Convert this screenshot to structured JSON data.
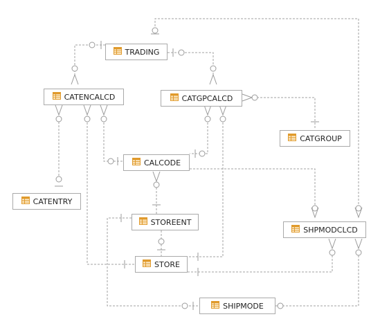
{
  "diagram": {
    "entities": [
      {
        "id": "trading",
        "label": "TRADING"
      },
      {
        "id": "catencalcd",
        "label": "CATENCALCD"
      },
      {
        "id": "catgpcalcd",
        "label": "CATGPCALCD"
      },
      {
        "id": "catgroup",
        "label": "CATGROUP"
      },
      {
        "id": "calcode",
        "label": "CALCODE"
      },
      {
        "id": "catentry",
        "label": "CATENTRY"
      },
      {
        "id": "storeent",
        "label": "STOREENT"
      },
      {
        "id": "shpmodclcd",
        "label": "SHPMODCLCD"
      },
      {
        "id": "store",
        "label": "STORE"
      },
      {
        "id": "shipmode",
        "label": "SHIPMODE"
      }
    ],
    "relationships": [
      {
        "parent": "trading",
        "child": "catencalcd"
      },
      {
        "parent": "trading",
        "child": "catgpcalcd"
      },
      {
        "parent": "trading",
        "child": "shpmodclcd"
      },
      {
        "parent": "catgroup",
        "child": "catgpcalcd"
      },
      {
        "parent": "calcode",
        "child": "catencalcd"
      },
      {
        "parent": "calcode",
        "child": "catgpcalcd"
      },
      {
        "parent": "calcode",
        "child": "shpmodclcd"
      },
      {
        "parent": "catentry",
        "child": "catencalcd"
      },
      {
        "parent": "store",
        "child": "catencalcd"
      },
      {
        "parent": "store",
        "child": "catgpcalcd"
      },
      {
        "parent": "store",
        "child": "shpmodclcd"
      },
      {
        "parent": "storeent",
        "child": "calcode"
      },
      {
        "parent": "storeent",
        "child": "store"
      },
      {
        "parent": "shipmode",
        "child": "shpmodclcd"
      },
      {
        "parent": "storeent",
        "child": "shipmode"
      }
    ],
    "icon": "table-icon",
    "colors": {
      "line": "#a0a0a0",
      "box_border": "#a9a9a9",
      "icon": "#e09a2c"
    }
  }
}
